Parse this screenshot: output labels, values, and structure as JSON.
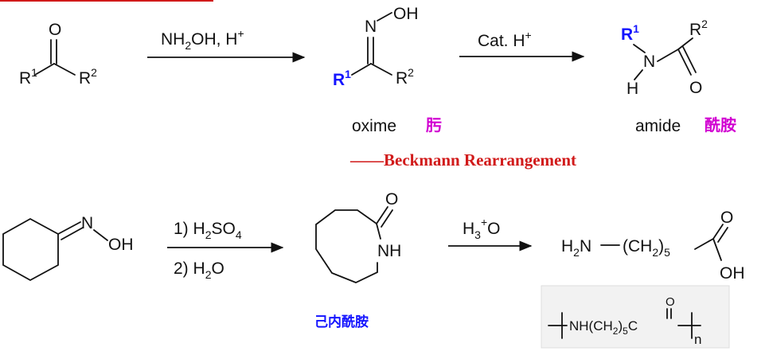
{
  "colors": {
    "accent_red": "#d11a1a",
    "r_group_blue": "#1414ff",
    "label_purple": "#d100d1"
  },
  "reaction1": {
    "ketone": {
      "oxygen": "O",
      "r1": "R",
      "r1_sup": "1",
      "r2": "R",
      "r2_sup": "2"
    },
    "step1": {
      "reagent_a": "NH",
      "reagent_a_sub": "2",
      "reagent_b": "OH, H",
      "reagent_b_sup": "+"
    },
    "oxime": {
      "nitrogen": "N",
      "hydroxyl": "OH",
      "r1": "R",
      "r1_sup": "1",
      "r2": "R",
      "r2_sup": "2",
      "label": "oxime",
      "label_zh": "肟"
    },
    "step2": {
      "reagent": "Cat. H",
      "reagent_sup": "+"
    },
    "amide": {
      "r1": "R",
      "r1_sup": "1",
      "nitrogen": "N",
      "hydrogen": "H",
      "r2": "R",
      "r2_sup": "2",
      "oxygen": "O",
      "label": "amide",
      "label_zh": "酰胺"
    }
  },
  "title": "——Beckmann Rearrangement",
  "reaction2": {
    "oxime": {
      "nitrogen": "N",
      "hydroxyl": "OH"
    },
    "conditions": {
      "step1": "1) H",
      "step1_sub": "2",
      "step1_b": "SO",
      "step1_sub2": "4",
      "step2": "2) H",
      "step2_sub": "2",
      "step2_b": "O"
    },
    "lactam": {
      "oxygen": "O",
      "nh": "NH",
      "label_zh": "己内酰胺"
    },
    "hydrolysis": {
      "reagent": "H",
      "reagent_sub": "3",
      "reagent_sup": "+",
      "reagent_b": "O"
    },
    "acid": {
      "h2n": "H",
      "h2n_sub": "2",
      "h2n_b": "N",
      "chain_a": "(CH",
      "chain_sub": "2",
      "chain_b": ")",
      "chain_sub2": "5",
      "oxygen": "O",
      "oh": "OH"
    },
    "polymer": {
      "a": "NH(CH",
      "sub": "2",
      "b": ")",
      "sub2": "5",
      "c": "C",
      "oxygen": "O",
      "n": "n"
    }
  }
}
